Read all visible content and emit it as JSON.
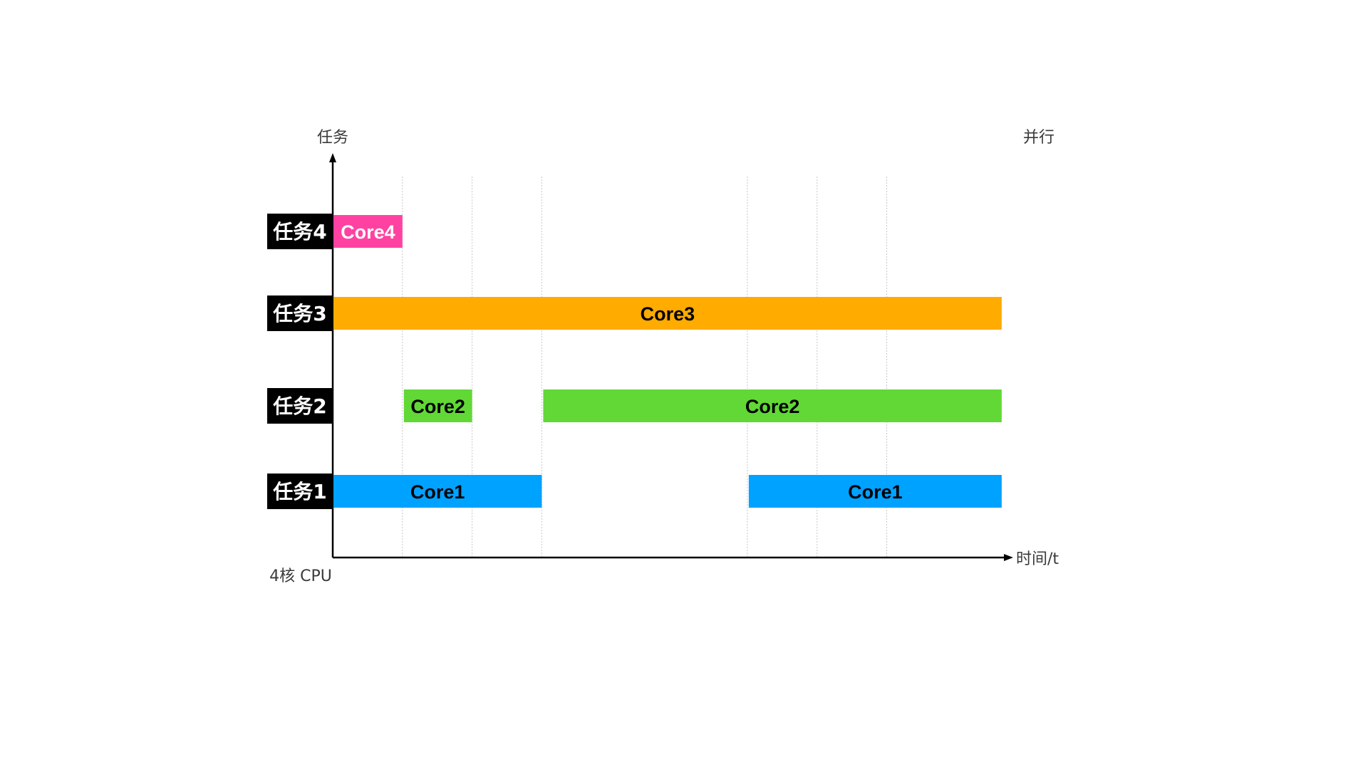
{
  "labels": {
    "y_axis": "任务",
    "x_axis": "时间/t",
    "mode": "并行",
    "cpu": "4核 CPU"
  },
  "colors": {
    "Core1": "#00a2ff",
    "Core2": "#61d836",
    "Core3": "#ffab00",
    "Core4": "#ff42a1",
    "task_label_bg": "#000000",
    "axis": "#000000",
    "grid": "#c8c8c8"
  },
  "time_grid_count": 7,
  "tasks": [
    {
      "name": "任务4",
      "segments": [
        {
          "core": "Core4",
          "start": 0,
          "end": 1,
          "text_color": "#ffffff"
        }
      ]
    },
    {
      "name": "任务3",
      "segments": [
        {
          "core": "Core3",
          "start": 0,
          "end": 9.6,
          "text_color": "#000000"
        }
      ]
    },
    {
      "name": "任务2",
      "segments": [
        {
          "core": "Core2",
          "start": 1,
          "end": 2,
          "text_color": "#000000"
        },
        {
          "core": "Core2",
          "start": 3,
          "end": 9.6,
          "text_color": "#000000"
        }
      ]
    },
    {
      "name": "任务1",
      "segments": [
        {
          "core": "Core1",
          "start": 0,
          "end": 3,
          "text_color": "#000000"
        },
        {
          "core": "Core1",
          "start": 5.95,
          "end": 9.6,
          "text_color": "#000000"
        }
      ]
    }
  ]
}
